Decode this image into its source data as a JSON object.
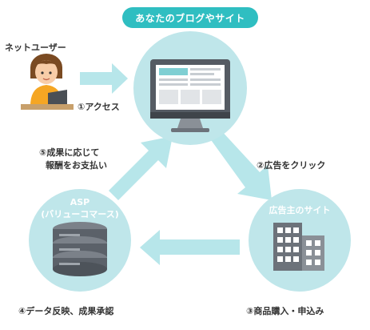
{
  "title": "あなたのブログやサイト",
  "user_label": "ネットユーザー",
  "steps": {
    "step1": "①アクセス",
    "step2": "②広告をクリック",
    "step3": "③商品購入・申込み",
    "step4": "④データ反映、成果承認",
    "step5_line1": "⑤成果に応じて",
    "step5_line2": "報酬をお支払い"
  },
  "asp": {
    "line1": "ASP",
    "line2": "(バリューコマース)"
  },
  "advertiser": {
    "label": "広告主のサイト"
  },
  "colors": {
    "teal": "#2fbec1",
    "circle": "#bfe6ea",
    "arrow": "#b7e6ea"
  },
  "icons": [
    "person-at-laptop-icon",
    "monitor-icon",
    "server-database-icon",
    "office-building-icon"
  ]
}
